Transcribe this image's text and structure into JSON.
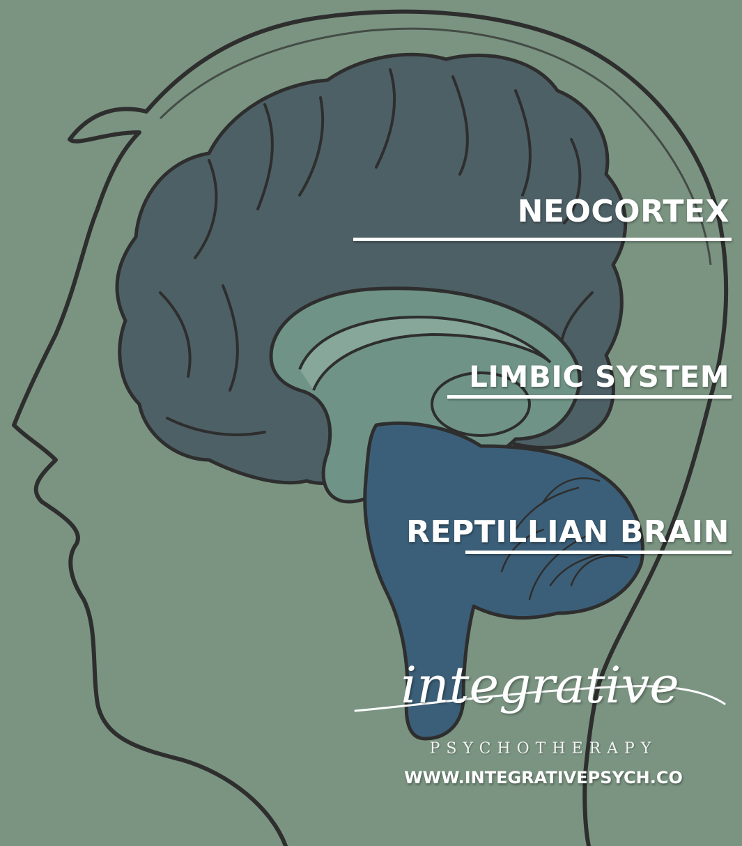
{
  "colors": {
    "background": "#7a9481",
    "neocortex": "#4d6066",
    "limbic": "#6f9487",
    "reptilian": "#3b5f78",
    "outline": "#2e2e2e",
    "label": "#ffffff"
  },
  "labels": {
    "neocortex": "NEOCORTEX",
    "limbic": "LIMBIC SYSTEM",
    "reptilian": "REPTILLIAN BRAIN"
  },
  "brand": {
    "logo_script": "integrative",
    "subtitle": "PSYCHOTHERAPY",
    "url": "WWW.INTEGRATIVEPSYCH.CO"
  }
}
